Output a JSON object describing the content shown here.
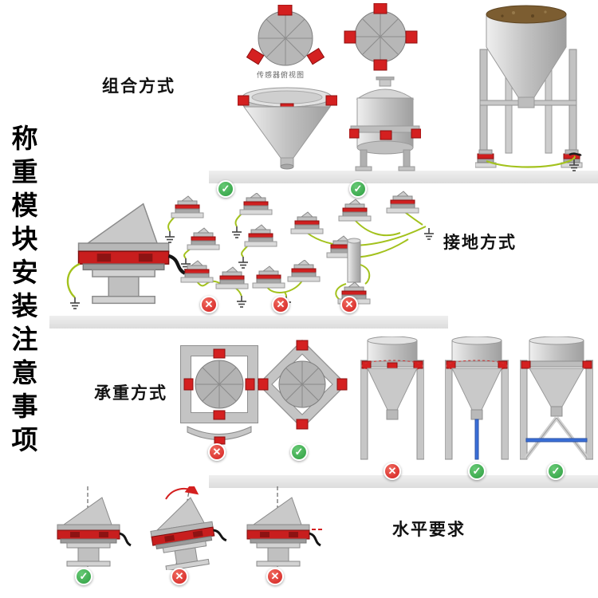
{
  "left_title": {
    "text": "称重模块安装注意事项"
  },
  "sections": {
    "combination": {
      "label": "组合方式",
      "caption": "传感器俯视图"
    },
    "grounding": {
      "label": "接地方式"
    },
    "load_bearing": {
      "label": "承重方式"
    },
    "level": {
      "label": "水平要求"
    }
  },
  "icons": {
    "check": "✓",
    "cross": "✕"
  },
  "marks": {
    "grounding": [
      "correct",
      "correct",
      "wrong",
      "wrong",
      "wrong"
    ],
    "load_bearing": [
      "wrong",
      "correct",
      "wrong",
      "correct",
      "correct"
    ],
    "level": [
      "correct",
      "wrong",
      "wrong"
    ]
  },
  "colors": {
    "sensor_red": "#c81e1e",
    "check_green": "#2e9e41",
    "cross_red": "#d41f1f",
    "wire_green": "#a3c21d",
    "brace_blue": "#3a6fd8",
    "divider_gray": "#e2e2e2",
    "metal_gray": "#c6c6c6",
    "material_brown": "#7c5d31"
  }
}
